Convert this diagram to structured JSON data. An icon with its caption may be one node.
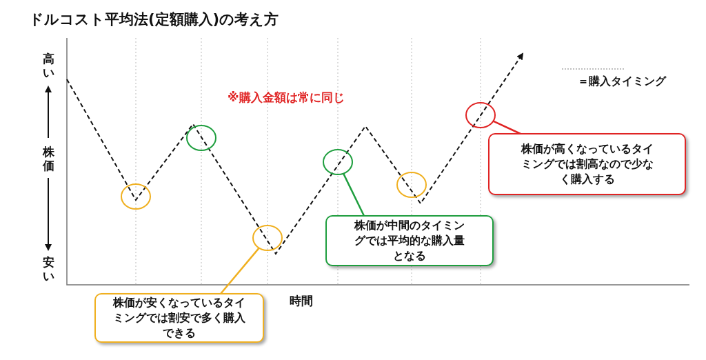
{
  "diagram": {
    "title": "ドルコスト平均法(定額購入)の考え方",
    "nodes": [
      {
        "text": [],
        "shape": "circle"
      },
      {
        "text": [],
        "shape": "circle"
      },
      {
        "text": [],
        "shape": "circle"
      },
      {
        "text": [],
        "shape": "circle"
      },
      {
        "text": [],
        "shape": "circle"
      },
      {
        "text": [],
        "shape": "circle"
      },
      {
        "text": [
          "株価が高くなっているタイミングでは割高なので少なく購入する"
        ]
      },
      {
        "text": [
          "株価が中間のタイミングでは平均的な購入量となる"
        ]
      },
      {
        "text": [
          "株価が安くなっているタイミングでは割安で多く購入できる"
        ]
      }
    ],
    "edges": [
      {
        "from": 6,
        "to": 5,
        "arrow": "none",
        "color": "#e02424"
      },
      {
        "from": 7,
        "to": 3,
        "arrow": "none",
        "color": "#1e9e3e"
      },
      {
        "from": 8,
        "to": 2,
        "arrow": "none",
        "color": "#f0b020"
      }
    ],
    "labels": [
      "※購入金額は常に同じ",
      "高い",
      "株価",
      "安い",
      "時間"
    ],
    "legend": [
      {
        "text": "＝購入タイミング"
      }
    ]
  }
}
